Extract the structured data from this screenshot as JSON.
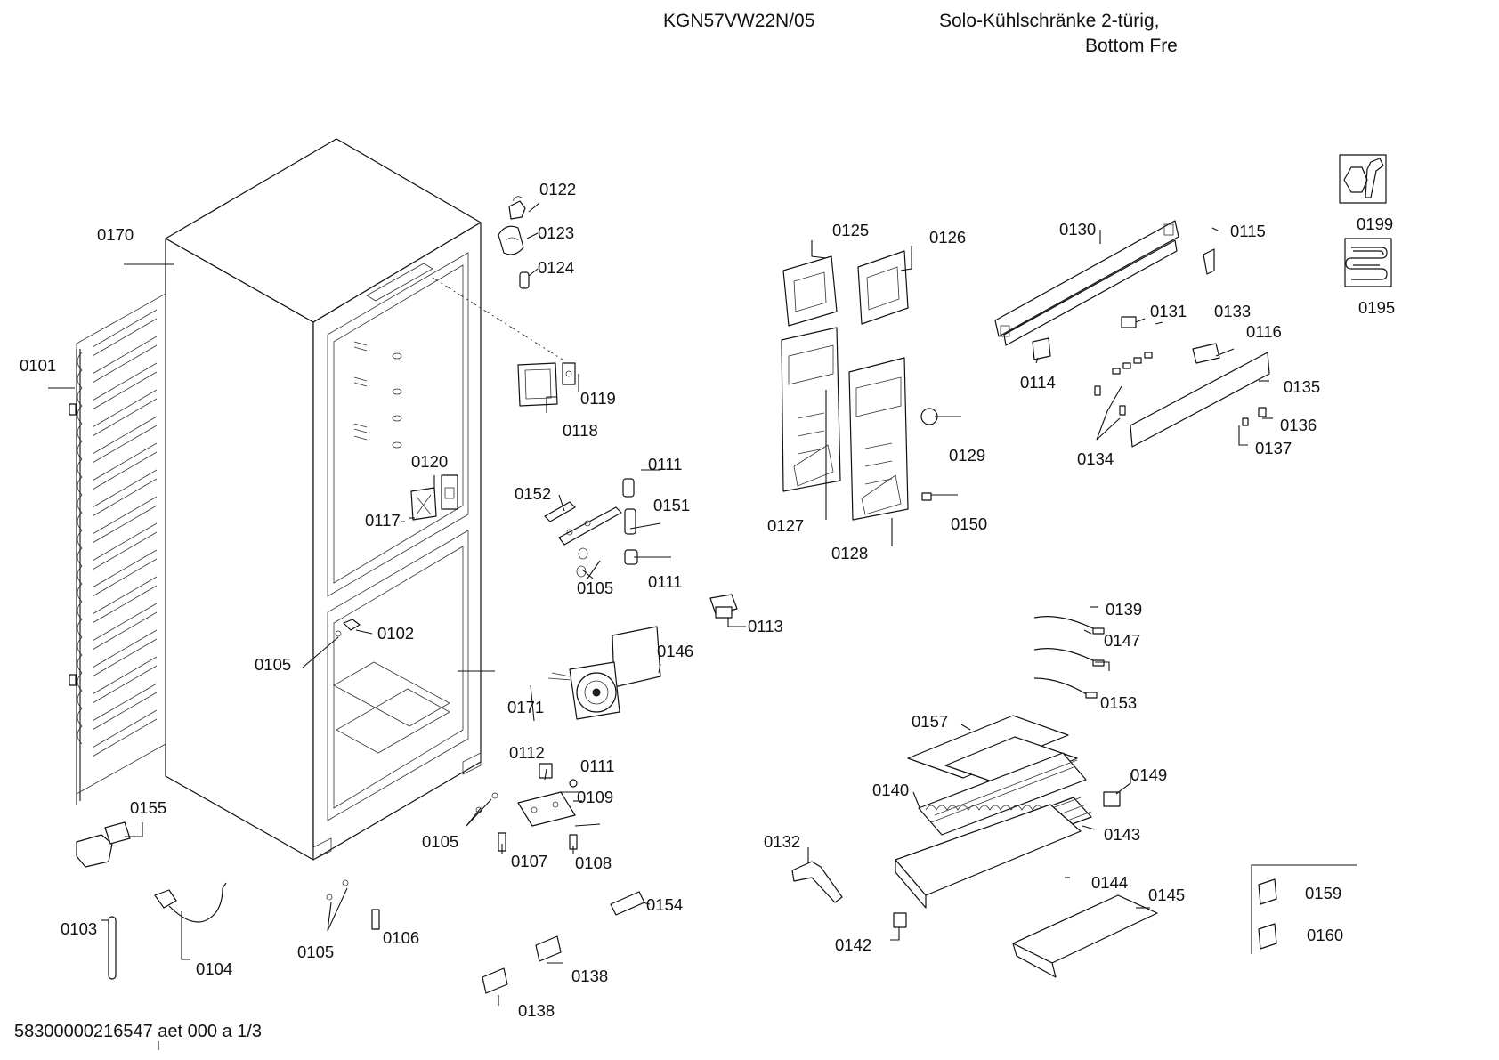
{
  "header": {
    "model": "KGN57VW22N/05",
    "description_line1": "Solo-Kühlschränke 2-türig,",
    "description_line2": "Bottom Fre"
  },
  "footer": {
    "doc_id": "58300000216547 aet 000 a 1/3"
  },
  "side_icons": [
    {
      "name": "tools-icon",
      "label": "0199"
    },
    {
      "name": "heating-coil-icon",
      "label": "0195"
    }
  ],
  "part_labels": {
    "p0101": "0101",
    "p0102": "0102",
    "p0103": "0103",
    "p0104": "0104",
    "p0105a": "0105",
    "p0105b": "0105",
    "p0105c": "0105",
    "p0105d": "0105",
    "p0106": "0106",
    "p0107": "0107",
    "p0108": "0108",
    "p0109": "0109",
    "p0111a": "0111",
    "p0111b": "0111",
    "p0111c": "0111",
    "p0112": "0112",
    "p0113": "0113",
    "p0114": "0114",
    "p0115": "0115",
    "p0116": "0116",
    "p0117": "0117-",
    "p0118": "0118",
    "p0119": "0119",
    "p0120": "0120",
    "p0122": "0122",
    "p0123": "0123",
    "p0124": "0124",
    "p0125": "0125",
    "p0126": "0126",
    "p0127": "0127",
    "p0128": "0128",
    "p0129": "0129",
    "p0130": "0130",
    "p0131": "0131",
    "p0132": "0132",
    "p0133": "0133",
    "p0134": "0134",
    "p0135": "0135",
    "p0136": "0136",
    "p0137": "0137",
    "p0138a": "0138",
    "p0138b": "0138",
    "p0139": "0139",
    "p0140": "0140",
    "p0142": "0142",
    "p0143": "0143",
    "p0144": "0144",
    "p0145": "0145",
    "p0146": "0146",
    "p0147": "0147",
    "p0149": "0149",
    "p0150": "0150",
    "p0151": "0151",
    "p0152": "0152",
    "p0153": "0153",
    "p0154": "0154",
    "p0155": "0155",
    "p0157": "0157",
    "p0159": "0159",
    "p0160": "0160",
    "p0170": "0170",
    "p0171": "0171"
  }
}
